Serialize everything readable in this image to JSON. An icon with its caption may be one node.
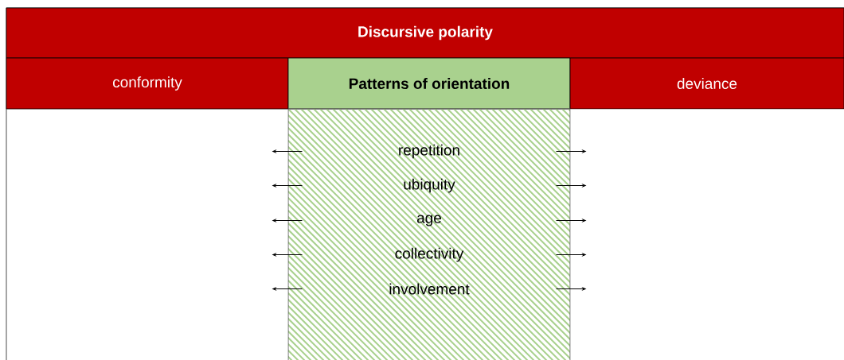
{
  "diagram": {
    "nodes": [
      {
        "text": [
          "Discursive polarity"
        ]
      },
      {
        "text": [
          "conformity"
        ]
      },
      {
        "text": [
          "Patterns of orientation"
        ]
      },
      {
        "text": [
          "deviance"
        ]
      },
      {
        "text": [],
        "shape": "box"
      },
      {
        "text": [
          "repetition"
        ],
        "in": 4
      },
      {
        "text": [
          "ubiquity"
        ],
        "in": 4
      },
      {
        "text": [
          "age"
        ],
        "in": 4
      },
      {
        "text": [
          "collectivity"
        ],
        "in": 4
      },
      {
        "text": [
          "involvement"
        ],
        "in": 4
      }
    ]
  }
}
